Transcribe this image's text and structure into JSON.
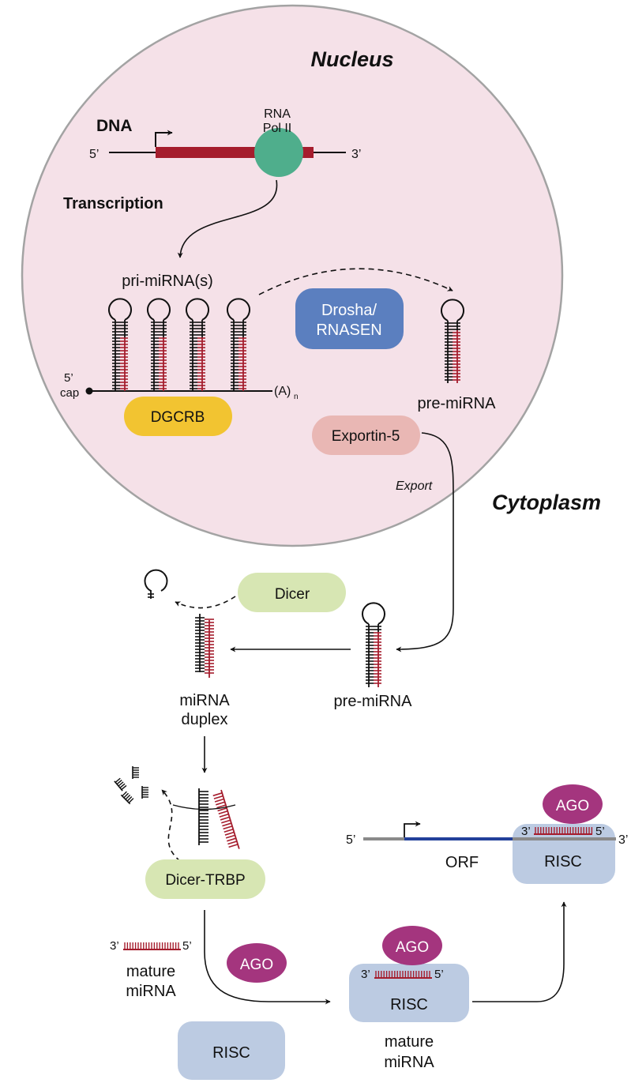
{
  "regions": {
    "nucleus": "Nucleus",
    "cytoplasm": "Cytoplasm"
  },
  "dna": {
    "label": "DNA",
    "five_prime": "5’",
    "three_prime": "3’",
    "polymerase_line1": "RNA",
    "polymerase_line2": "Pol II"
  },
  "steps": {
    "transcription": "Transcription",
    "export": "Export"
  },
  "pri_mirna": {
    "label": "pri-miRNA(s)",
    "five_prime": "5’",
    "cap": "cap",
    "poly_a": "(A)",
    "poly_a_sub": "n"
  },
  "proteins": {
    "drosha_line1": "Drosha/",
    "drosha_line2": "RNASEN",
    "dgcrb": "DGCRB",
    "exportin": "Exportin-5",
    "dicer": "Dicer",
    "dicer_trbp": "Dicer-TRBP",
    "ago_1": "AGO",
    "ago_2": "AGO",
    "ago_3": "AGO",
    "risc_free": "RISC",
    "risc_loaded": "RISC",
    "risc_target": "RISC"
  },
  "molecules": {
    "pre_mirna_nucleus": "pre-miRNA",
    "pre_mirna_cyto": "pre-miRNA",
    "duplex_line1": "miRNA",
    "duplex_line2": "duplex",
    "mature_line1": "mature",
    "mature_line2": "miRNA",
    "mature2_line1": "mature",
    "mature2_line2": "miRNA",
    "strand_3": "3’",
    "strand_5": "5’",
    "risc_strand_3": "3’",
    "risc_strand_5": "5’",
    "target_strand_3": "3’",
    "target_strand_5": "5’"
  },
  "target_mrna": {
    "five_prime": "5’",
    "three_prime": "3’",
    "orf": "ORF"
  },
  "colors": {
    "nucleus_fill": "#f5e1e8",
    "dna_red": "#a51d2d",
    "polymerase": "#4fae8c",
    "drosha": "#5b7fbf",
    "dgcrb": "#f2c431",
    "exportin": "#e9b7b4",
    "dicer": "#d7e6b3",
    "ago": "#a4357e",
    "risc": "#bccbe2",
    "orf_blue": "#22409a",
    "mrna_grey": "#8a8a8a"
  }
}
